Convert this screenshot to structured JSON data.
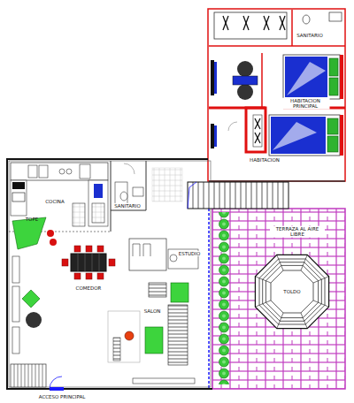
{
  "diagram": {
    "nodes": [
      {
        "text": [
          "TOLDO"
        ]
      }
    ],
    "labels": [
      "SANITARIO",
      "HABITACION PRINCIPAL",
      "HABITACION",
      "COCINA",
      "TOPE",
      "SANITARIO",
      "ESTUDIO",
      "COMEDOR",
      "SALON",
      "TERRAZA AL AIRE LIBRE",
      "ACCESO PRINCIPAL"
    ]
  }
}
